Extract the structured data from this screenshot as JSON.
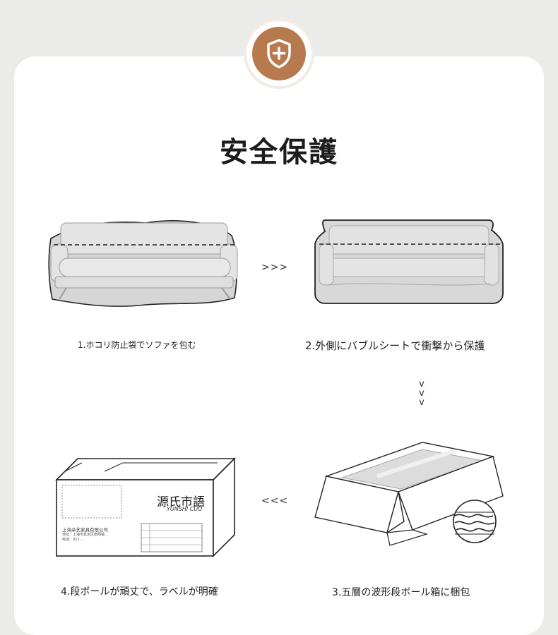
{
  "title": "安全保護",
  "steps": [
    {
      "label": "1.ホコリ防止袋でソファを包む"
    },
    {
      "label": "2.外側にバブルシートで衝撃から保護"
    },
    {
      "label": "3.五層の波形段ボール箱に梱包"
    },
    {
      "label": "4.段ボールが頑丈で、ラベルが明確"
    }
  ],
  "arrows": {
    "right": ">>>",
    "down": [
      "v",
      "v",
      "v"
    ],
    "left": "<<<"
  },
  "box_label": {
    "brand": "源氏市語",
    "brand_sub": "YUNSHI CUO",
    "company": "上海朵艺家具有限公司",
    "address_line": "地址：上海市嘉定区南翔镇…",
    "phone_line": "电话：021-…"
  },
  "colors": {
    "background": "#ebebea",
    "card": "#ffffff",
    "accent": "#b77a4e"
  },
  "icons": {
    "badge": "shield-plus-icon"
  }
}
